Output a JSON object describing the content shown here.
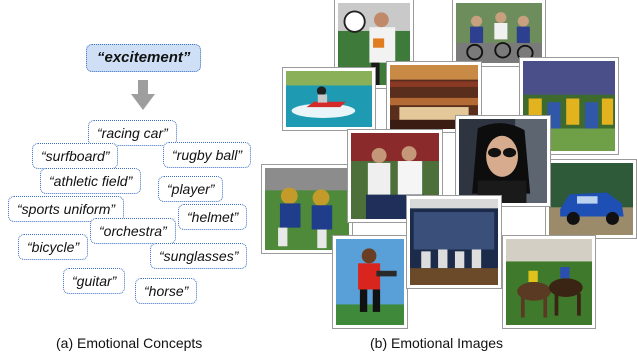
{
  "concepts": {
    "main": "“excitement”",
    "items": [
      "“racing car”",
      "“surfboard”",
      "“rugby ball”",
      "“athletic field”",
      "“player”",
      "“sports uniform”",
      "“helmet”",
      "“orchestra”",
      "“bicycle”",
      "“sunglasses”",
      "“guitar”",
      "“horse”"
    ]
  },
  "captions": {
    "left": "(a) Emotional Concepts",
    "right": "(b) Emotional Images"
  },
  "colors": {
    "tag_border": "#3b6fc4",
    "main_fill": "#cfe0f6",
    "arrow": "#9e9e9e"
  },
  "icons": {
    "arrow": "down-arrow-icon"
  }
}
